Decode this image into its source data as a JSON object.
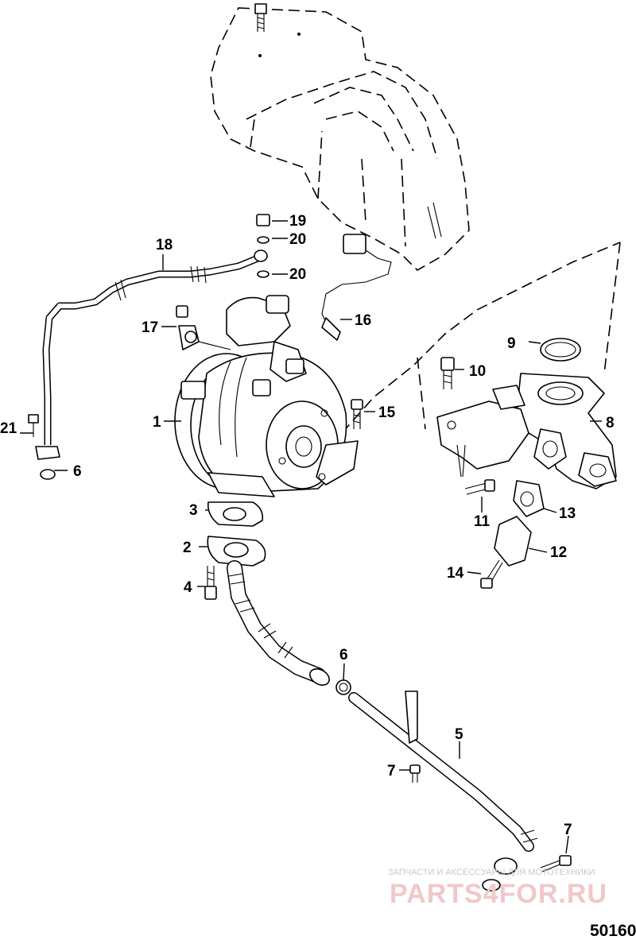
{
  "callouts": {
    "c1": "1",
    "c2": "2",
    "c3": "3",
    "c4": "4",
    "c5": "5",
    "c6a": "6",
    "c6b": "6",
    "c7a": "7",
    "c7b": "7",
    "c8": "8",
    "c9": "9",
    "c10": "10",
    "c11": "11",
    "c12": "12",
    "c13": "13",
    "c14": "14",
    "c15": "15",
    "c16": "16",
    "c17": "17",
    "c18": "18",
    "c19": "19",
    "c20a": "20",
    "c20b": "20",
    "c21": "21"
  },
  "watermark": {
    "tagline": "ЗАПЧАСТИ И АКСЕССУАРЫ ДЛЯ МОТОТЕХНИКИ",
    "brand": "PARTS4FOR.RU"
  },
  "figure_number": "50160"
}
